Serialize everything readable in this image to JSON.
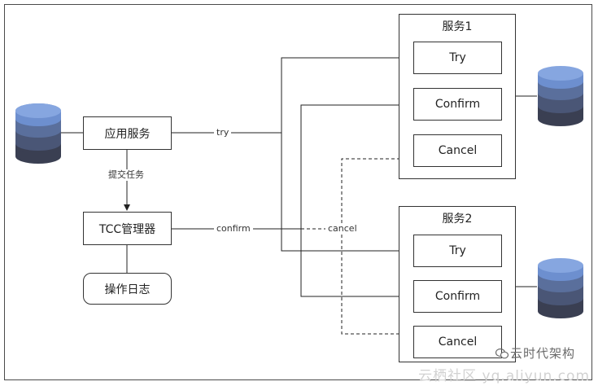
{
  "app_service": "应用服务",
  "submit_task": "提交任务",
  "tcc_manager": "TCC管理器",
  "operation_log": "操作日志",
  "edge_try": "try",
  "edge_confirm": "confirm",
  "edge_cancel": "cancel",
  "service1": {
    "title": "服务1",
    "try": "Try",
    "confirm": "Confirm",
    "cancel": "Cancel"
  },
  "service2": {
    "title": "服务2",
    "try": "Try",
    "confirm": "Confirm",
    "cancel": "Cancel"
  },
  "watermark": {
    "brand": "云时代架构",
    "site": "云栖社区 yq.aliyun.com"
  },
  "colors": {
    "db_top": "#6d8fcf",
    "db_mid": "#5a6f9c",
    "db_low": "#4a5676",
    "db_bottom": "#3a3f52"
  },
  "icons": [
    "database-icon",
    "wechat-icon"
  ]
}
